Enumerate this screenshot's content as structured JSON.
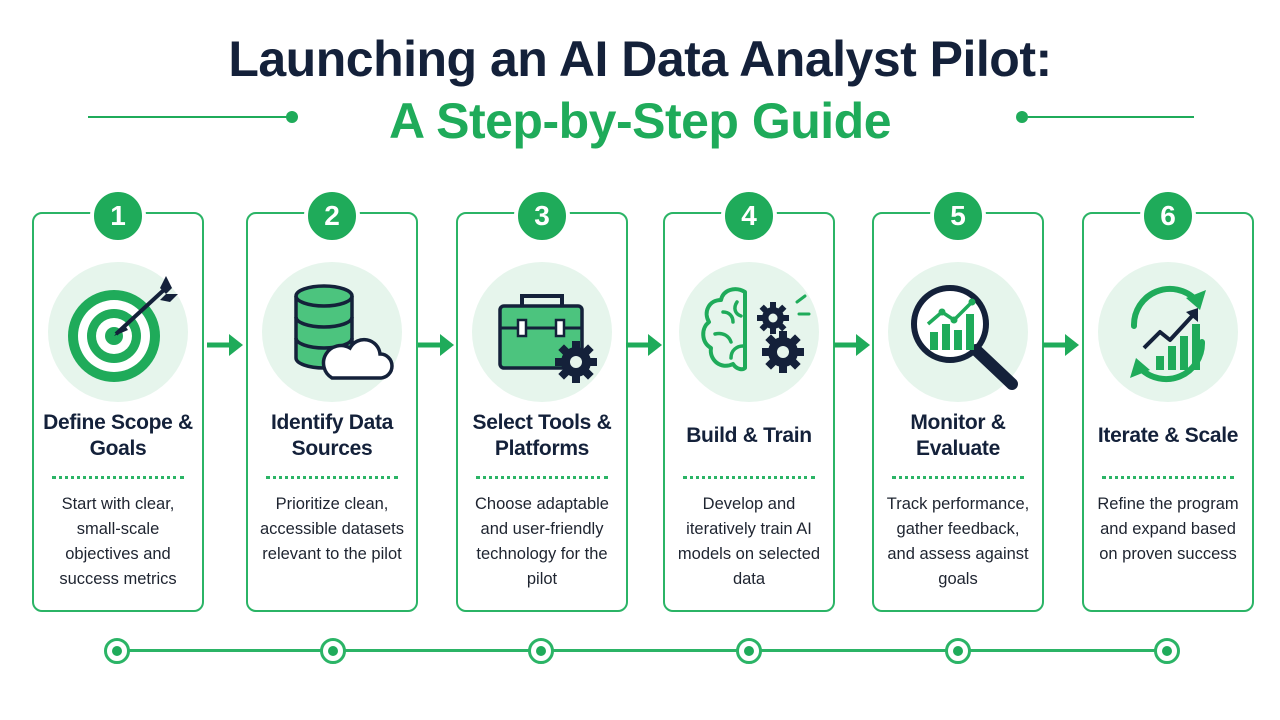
{
  "header": {
    "title_line1": "Launching an AI Data Analyst Pilot:",
    "title_line2": "A Step-by-Step Guide"
  },
  "colors": {
    "accent": "#1fab5a",
    "accent_light": "#e6f5ec",
    "text_dark": "#14213a"
  },
  "steps": [
    {
      "number": "1",
      "title": "Define Scope & Goals",
      "description": "Start with clear, small-scale objectives and success metrics",
      "icon": "target-icon"
    },
    {
      "number": "2",
      "title": "Identify Data Sources",
      "description": "Prioritize clean, accessible datasets relevant to the pilot",
      "icon": "database-cloud-icon"
    },
    {
      "number": "3",
      "title": "Select Tools & Platforms",
      "description": "Choose adaptable and user-friendly technology for the pilot",
      "icon": "toolbox-gear-icon"
    },
    {
      "number": "4",
      "title": "Build & Train",
      "description": "Develop and iteratively train AI models on selected data",
      "icon": "brain-gears-icon"
    },
    {
      "number": "5",
      "title": "Monitor & Evaluate",
      "description": "Track performance, gather feedback, and assess against goals",
      "icon": "magnifier-chart-icon"
    },
    {
      "number": "6",
      "title": "Iterate & Scale",
      "description": "Refine the program and expand based on proven success",
      "icon": "cycle-growth-icon"
    }
  ]
}
